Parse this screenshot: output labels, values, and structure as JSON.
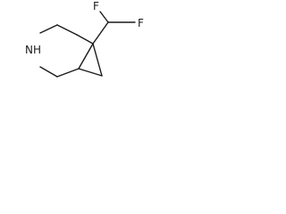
{
  "molecule": {
    "atoms": {
      "nitrogen": "NH",
      "fluorine_1": "F",
      "fluorine_2": "F"
    }
  }
}
